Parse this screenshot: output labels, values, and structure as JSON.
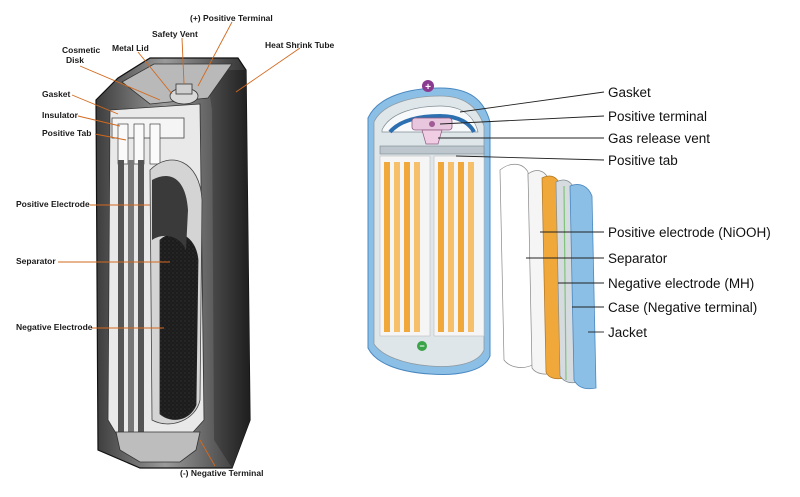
{
  "left_diagram": {
    "labels": {
      "positive_terminal": "(+) Positive Terminal",
      "safety_vent": "Safety Vent",
      "metal_lid": "Metal Lid",
      "cosmetic_disk_line1": "Cosmetic",
      "cosmetic_disk_line2": "Disk",
      "heat_shrink_tube": "Heat Shrink Tube",
      "gasket": "Gasket",
      "insulator": "Insulator",
      "positive_tab": "Positive Tab",
      "positive_electrode": "Positive Electrode",
      "separator": "Separator",
      "negative_electrode": "Negative Electrode",
      "negative_terminal": "(-) Negative Terminal"
    },
    "colors": {
      "leader": "#d2691e",
      "casing": "#6e6e6e",
      "core": "#222222"
    }
  },
  "right_diagram": {
    "labels": {
      "gasket": "Gasket",
      "positive_terminal": "Positive terminal",
      "gas_release_vent": "Gas release vent",
      "positive_tab": "Positive tab",
      "positive_electrode": "Positive electrode (NiOOH)",
      "separator": "Separator",
      "negative_electrode": "Negative electrode (MH)",
      "case": "Case (Negative terminal)",
      "jacket": "Jacket"
    },
    "symbols": {
      "plus": "+",
      "minus": "−"
    },
    "colors": {
      "jacket": "#7fb6e3",
      "case": "#cfd8dc",
      "positive_electrode": "#f0a83a",
      "negative_electrode": "#d4d7da",
      "separator": "#ffffff",
      "plus_marker": "#8a3a8f",
      "minus_marker": "#3aa34a",
      "vent": "#e8b8d8"
    }
  }
}
